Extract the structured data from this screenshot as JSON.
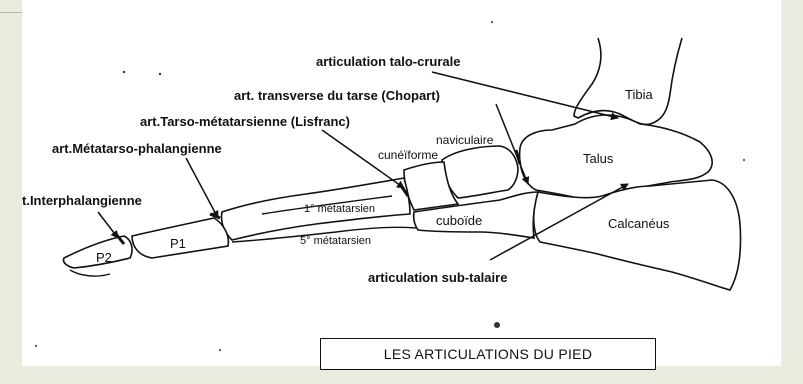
{
  "diagram": {
    "labels": {
      "talo_crurale": "articulation talo-crurale",
      "chopart": "art. transverse du tarse (Chopart)",
      "lisfranc": "art.Tarso-métatarsienne (Lisfranc)",
      "metatarso": "art.Métatarso-phalangienne",
      "interphalangienne": "t.Interphalangienne",
      "sub_talaire": "articulation sub-talaire"
    },
    "bones": {
      "tibia": "Tibia",
      "talus": "Talus",
      "calcaneus": "Calcanéus",
      "naviculaire": "naviculaire",
      "cuneiforme": "cunéïforme",
      "cuboide": "cuboïde",
      "metatarsien_1": "1° métatarsien",
      "metatarsien_5": "5° métatarsien",
      "p1": "P1",
      "p2": "P2"
    },
    "caption": "LES ARTICULATIONS DU PIED"
  }
}
